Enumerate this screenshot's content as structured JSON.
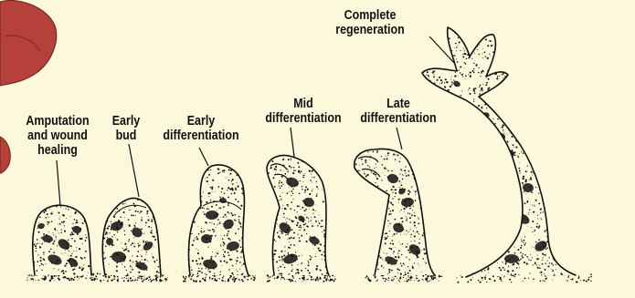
{
  "stages": [
    {
      "lines": [
        "Amputation",
        "and wound",
        "healing"
      ]
    },
    {
      "lines": [
        "Early",
        "bud"
      ]
    },
    {
      "lines": [
        "Early",
        "differentiation"
      ]
    },
    {
      "lines": [
        "Mid",
        "differentiation"
      ]
    },
    {
      "lines": [
        "Late",
        "differentiation"
      ]
    },
    {
      "lines": [
        "Complete",
        "regeneration"
      ]
    }
  ],
  "colors": {
    "background": "#fbf8dc",
    "limb_fill": "#fbf8dc",
    "outline": "#111111",
    "ink_spots": "#111111",
    "salamander_red": "#b5413a"
  }
}
